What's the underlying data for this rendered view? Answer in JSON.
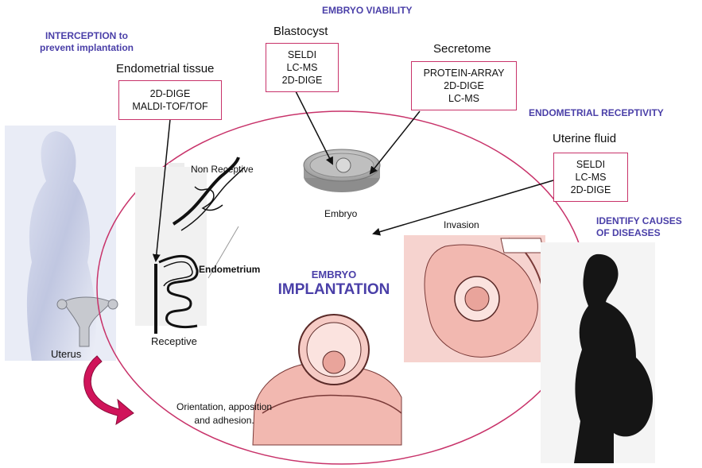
{
  "headings": {
    "embryo_viability": "EMBRYO VIABILITY",
    "interception": [
      "INTERCEPTION to",
      "prevent implantation"
    ],
    "endometrial_receptivity": "ENDOMETRIAL RECEPTIVITY",
    "identify_causes": [
      "IDENTIFY CAUSES",
      "OF DISEASES"
    ]
  },
  "sources": {
    "endometrial_tissue": {
      "title": "Endometrial tissue",
      "methods": [
        "2D-DIGE",
        "MALDI-TOF/TOF"
      ]
    },
    "blastocyst": {
      "title": "Blastocyst",
      "methods": [
        "SELDI",
        "LC-MS",
        "2D-DIGE"
      ]
    },
    "secretome": {
      "title": "Secretome",
      "methods": [
        "PROTEIN-ARRAY",
        "2D-DIGE",
        "LC-MS"
      ]
    },
    "uterine_fluid": {
      "title": "Uterine fluid",
      "methods": [
        "SELDI",
        "LC-MS",
        "2D-DIGE"
      ]
    }
  },
  "labels": {
    "non_receptive": "Non Receptive",
    "endometrium": "Endometrium",
    "receptive": "Receptive",
    "embryo": "Embryo",
    "invasion": "Invasion",
    "uterus": "Uterus",
    "orientation": [
      "Orientation, apposition",
      "and adhesion."
    ]
  },
  "center": {
    "line1": "EMBRYO",
    "line2": "IMPLANTATION"
  },
  "colors": {
    "heading": "#4a3fa8",
    "box_border": "#c8336a",
    "ellipse": "#c8336a",
    "tissue_fill": "#f2b8b0",
    "curved_arrow": "#d0145a"
  }
}
